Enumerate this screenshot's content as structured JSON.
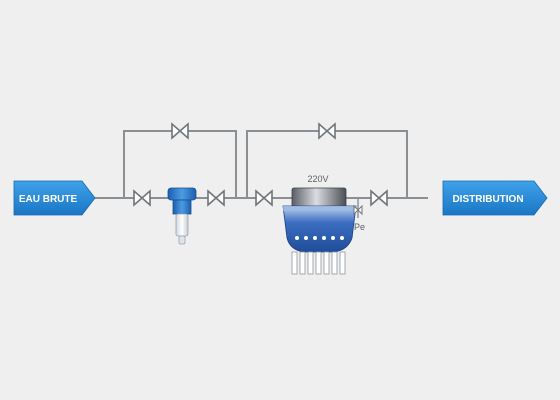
{
  "labels": {
    "inlet": "EAU BRUTE",
    "outlet": "DISTRIBUTION",
    "voltage": "220V",
    "pressure_gauge": "Pe"
  },
  "colors": {
    "background": "#efefef",
    "pipe": "#8a8f94",
    "tag_blue": "#1e88d6",
    "tank_blue": "#2f62b8",
    "filter_blue": "#2a76c8"
  },
  "icons": [
    "arrow-tag-icon",
    "gate-valve-icon",
    "water-filter-icon",
    "treatment-unit-icon",
    "pressure-gauge-icon"
  ]
}
